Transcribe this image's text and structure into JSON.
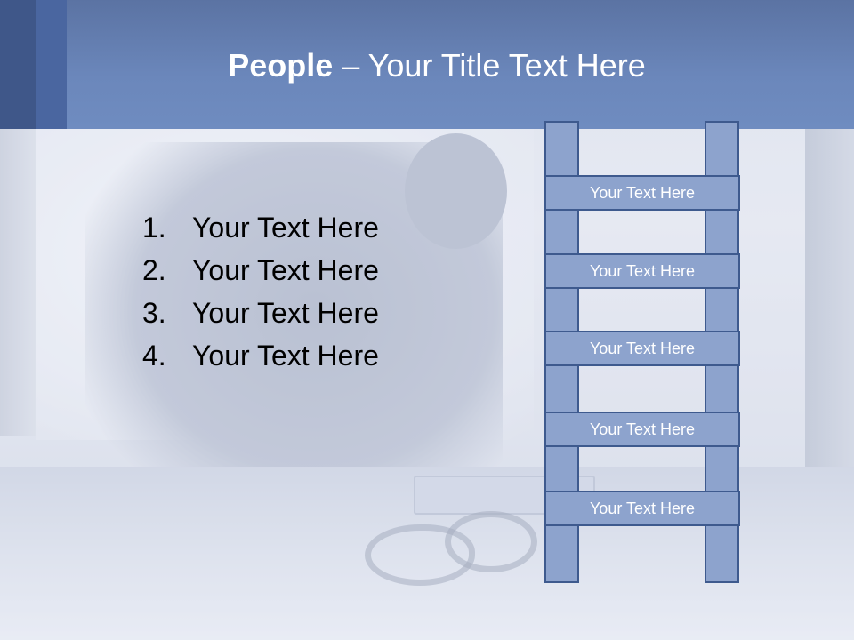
{
  "title": {
    "bold": "People",
    "rest": " – Your Title Text Here"
  },
  "list": [
    {
      "number": "1.",
      "text": "Your Text Here"
    },
    {
      "number": "2.",
      "text": "Your Text Here"
    },
    {
      "number": "3.",
      "text": "Your Text Here"
    },
    {
      "number": "4.",
      "text": "Your Text Here"
    }
  ],
  "ladder": {
    "rungs": [
      "Your Text Here",
      "Your Text Here",
      "Your Text Here",
      "Your Text Here",
      "Your Text Here"
    ]
  },
  "colors": {
    "header": "#6b87bb",
    "ladder_fill": "#8da3cd",
    "ladder_border": "#3e5a8e"
  }
}
